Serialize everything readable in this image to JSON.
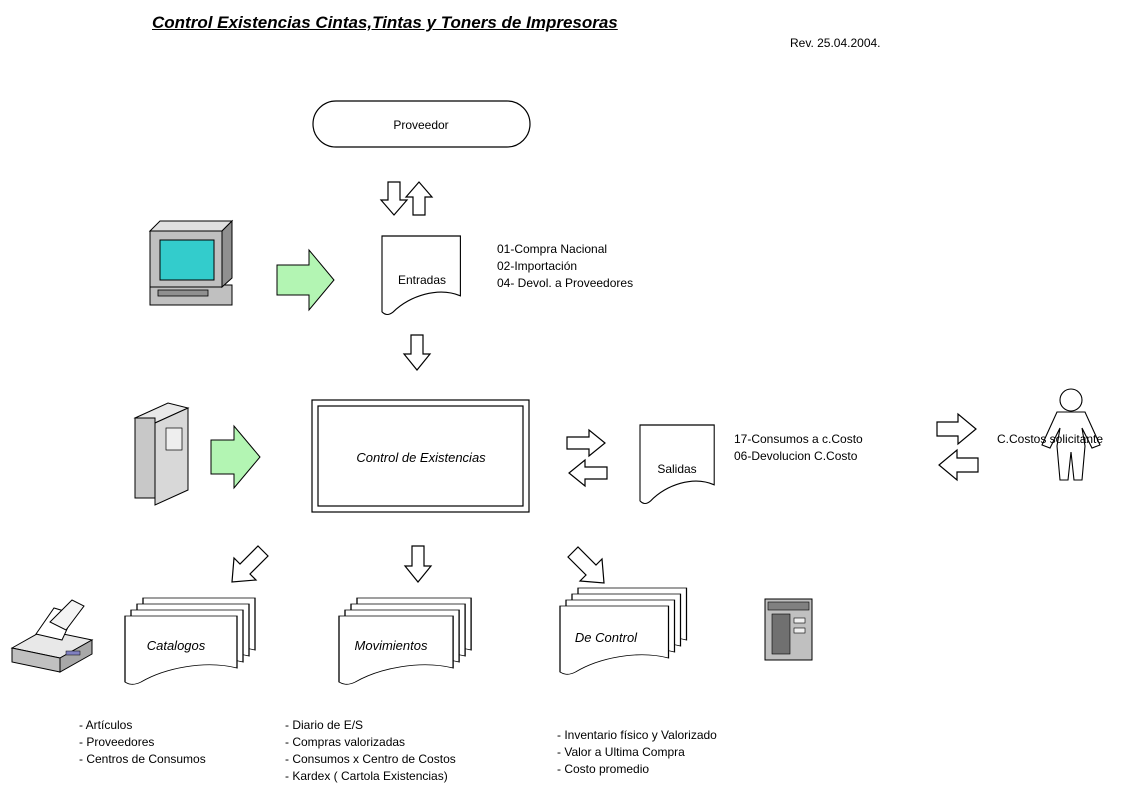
{
  "title": "Control Existencias Cintas,Tintas y Toners de Impresoras",
  "revision": "Rev. 25.04.2004.",
  "nodes": {
    "proveedor": "Proveedor",
    "entradas": "Entradas",
    "control": "Control de Existencias",
    "salidas": "Salidas",
    "solicitante": "C.Costos solicitante",
    "catalogos": "Catalogos",
    "movimientos": "Movimientos",
    "de_control": "De Control"
  },
  "lists": {
    "entradas": [
      "01-Compra Nacional",
      "02-Importación",
      "04- Devol. a Proveedores"
    ],
    "salidas": [
      "17-Consumos a c.Costo",
      "06-Devolucion C.Costo"
    ],
    "catalogos": [
      "- Artículos",
      "- Proveedores",
      "- Centros de Consumos"
    ],
    "movimientos": [
      "- Diario de E/S",
      "- Compras valorizadas",
      "- Consumos x Centro de Costos",
      "- Kardex ( Cartola Existencias)"
    ],
    "de_control": [
      "- Inventario físico y Valorizado",
      "- Valor a Ultima Compra",
      "- Costo promedio"
    ]
  },
  "colors": {
    "green_arrow": "#b3f5b3",
    "monitor_screen": "#33cccc",
    "device_gray": "#c0c0c0"
  }
}
